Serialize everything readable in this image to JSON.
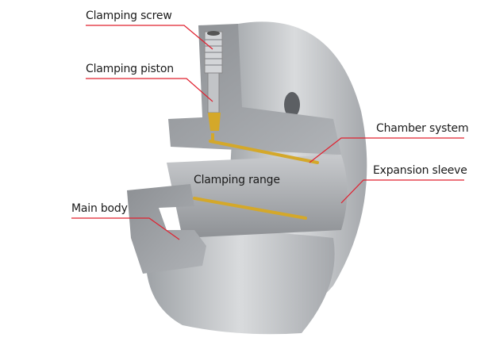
{
  "labels": {
    "clamping_screw": "Clamping screw",
    "clamping_piston": "Clamping piston",
    "chamber_system": "Chamber system",
    "expansion_sleeve": "Expansion sleeve",
    "clamping_range": "Clamping range",
    "main_body": "Main body"
  },
  "colors": {
    "leader": "#e0202f",
    "metal": "#b9bcc0",
    "brass": "#d4a82a"
  }
}
